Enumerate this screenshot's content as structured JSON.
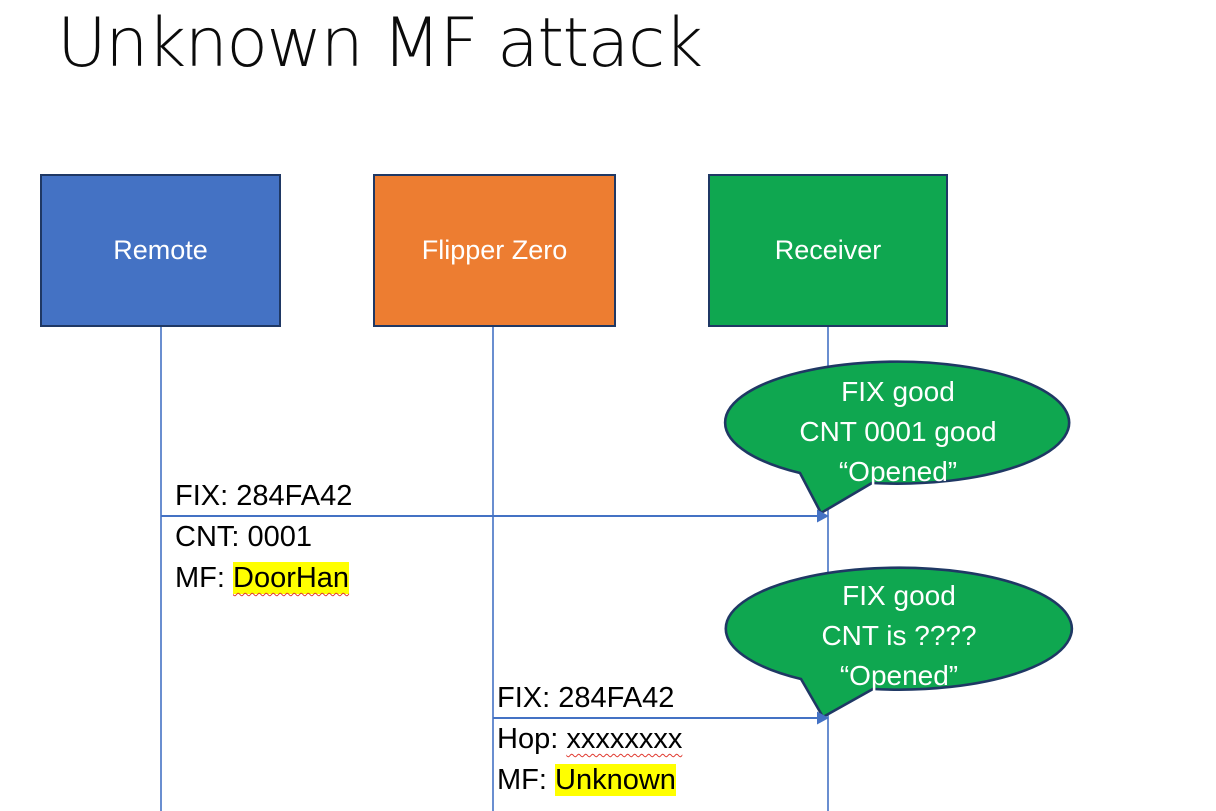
{
  "title": "Unknown MF attack",
  "actors": [
    {
      "id": "remote",
      "label": "Remote",
      "fill": "#4472C4"
    },
    {
      "id": "flipper-zero",
      "label": "Flipper Zero",
      "fill": "#ED7D31"
    },
    {
      "id": "receiver",
      "label": "Receiver",
      "fill": "#0FA750"
    }
  ],
  "messages": [
    {
      "from": "remote",
      "to": "receiver",
      "lines": [
        {
          "prefix": "FIX: ",
          "value": "284FA42",
          "highlight": false,
          "squiggle": false
        },
        {
          "prefix": "CNT: ",
          "value": "0001",
          "highlight": false,
          "squiggle": false
        },
        {
          "prefix": "MF: ",
          "value": "DoorHan",
          "highlight": true,
          "squiggle": true
        }
      ]
    },
    {
      "from": "flipper-zero",
      "to": "receiver",
      "lines": [
        {
          "prefix": "FIX: ",
          "value": "284FA42",
          "highlight": false,
          "squiggle": false
        },
        {
          "prefix": "Hop: ",
          "value": "xxxxxxxx",
          "highlight": false,
          "squiggle": true
        },
        {
          "prefix": "MF: ",
          "value": "Unknown",
          "highlight": true,
          "squiggle": false
        }
      ]
    }
  ],
  "callouts": [
    {
      "speaker": "receiver",
      "lines": [
        "FIX good",
        "CNT 0001 good",
        "“Opened”"
      ]
    },
    {
      "speaker": "receiver",
      "lines": [
        "FIX good",
        "CNT is ????",
        "“Opened”"
      ]
    }
  ],
  "colors": {
    "actor_border": "#1F3864",
    "remote_fill": "#4472C4",
    "flipper_fill": "#ED7D31",
    "receiver_fill": "#0FA750",
    "callout_fill": "#0FA750",
    "callout_border": "#1F3864",
    "line_blue": "#4472C4",
    "highlight_yellow": "#FFFF00",
    "squiggle_red": "#E0392F",
    "text_black": "#000000",
    "text_white": "#FFFFFF"
  }
}
